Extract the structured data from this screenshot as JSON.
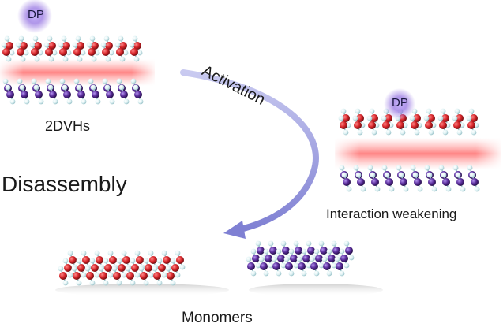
{
  "labels": {
    "dp_top": "DP",
    "dp_right": "DP",
    "activation": "Activation",
    "heterostructure": "2DVHs",
    "process": "Disassembly",
    "weakening": "Interaction weakening",
    "monomers": "Monomers"
  },
  "colors": {
    "red_atom": "#d8262b",
    "purple_atom": "#5a2d9a",
    "bond_light": "#c6e4ea",
    "glow": "#ff8080",
    "arrow": "#8e8fd9",
    "dp_glow": "#7b57d6"
  }
}
